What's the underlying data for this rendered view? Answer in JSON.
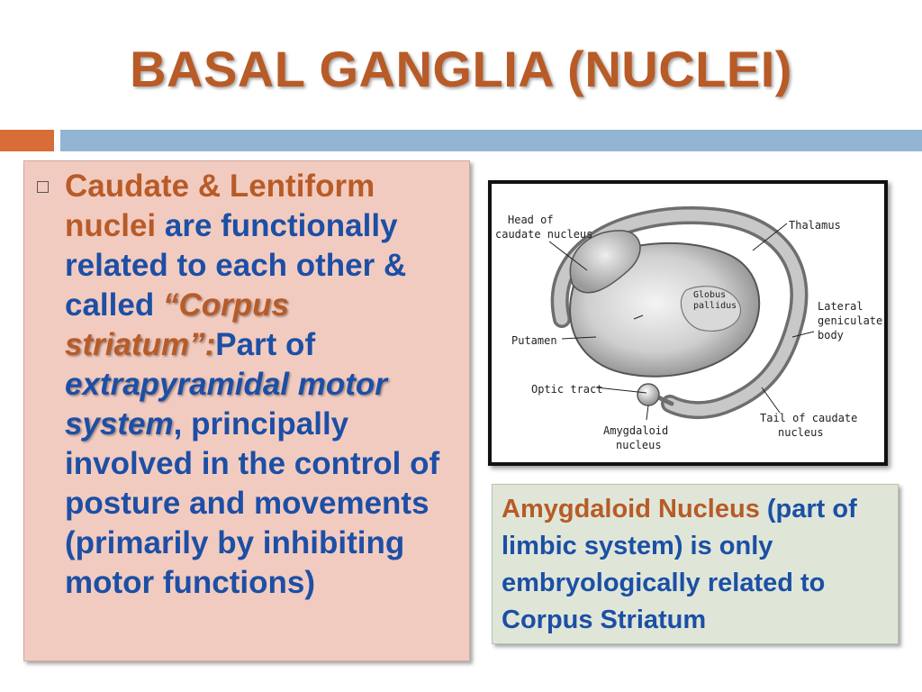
{
  "slide": {
    "title": "BASAL GANGLIA (NUCLEI)"
  },
  "left_panel": {
    "t1": "Caudate",
    "t2": " & ",
    "t3": "Lentiform",
    "t4": "nuclei",
    "t5": " are functionally related to each other & called ",
    "t6": "“Corpus striatum”:",
    "t7": "Part of ",
    "t8": "extrapyramidal motor system",
    "t9": ", principally involved in the control of posture and movements (primarily by inhibiting motor functions)"
  },
  "figure": {
    "labels": {
      "head_line1": "Head of",
      "head_line2": "caudate nucleus",
      "thalamus": "Thalamus",
      "globus_line1": "Globus",
      "globus_line2": "pallidus",
      "lateral_line1": "Lateral",
      "lateral_line2": "geniculate",
      "lateral_line3": "body",
      "putamen": "Putamen",
      "optic_tract": "Optic tract",
      "amygdaloid_line1": "Amygdaloid",
      "amygdaloid_line2": "nucleus",
      "tail_line1": "Tail of caudate",
      "tail_line2": "nucleus"
    }
  },
  "right_panel": {
    "t1": "Amygdaloid Nucleus",
    "t2": " (part of limbic system) is only embryologically related to Corpus Striatum"
  },
  "colors": {
    "title": "#b85b27",
    "body_text": "#1c4fa5",
    "accent_orange": "#d86d37",
    "accent_blue": "#94b4d3",
    "left_panel_bg": "#f2cbc0",
    "right_panel_bg": "#dfe6d8"
  }
}
